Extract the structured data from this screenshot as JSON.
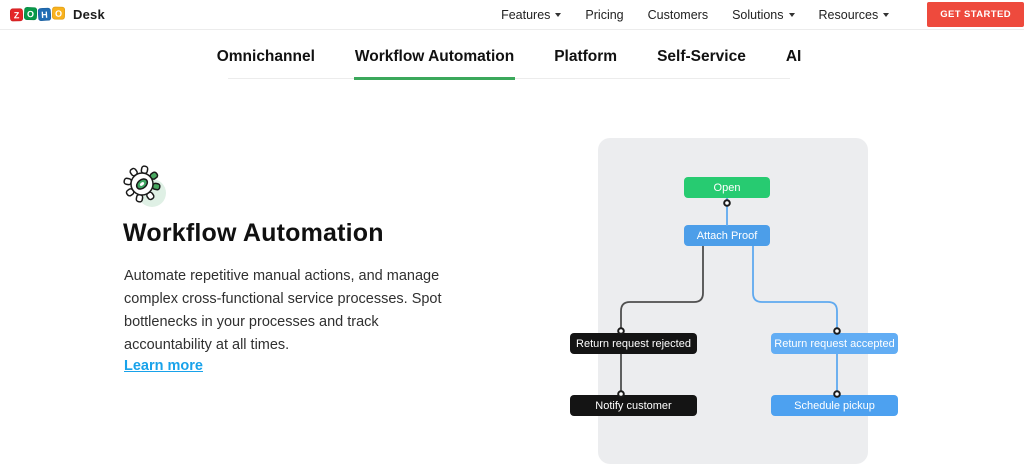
{
  "header": {
    "logo_letters": [
      {
        "char": "Z",
        "color": "#E42527"
      },
      {
        "char": "O",
        "color": "#089949"
      },
      {
        "char": "H",
        "color": "#226DB4"
      },
      {
        "char": "O",
        "color": "#F9B21D"
      }
    ],
    "product_name": "Desk",
    "nav": [
      {
        "label": "Features"
      },
      {
        "label": "Pricing"
      },
      {
        "label": "Customers"
      },
      {
        "label": "Solutions"
      },
      {
        "label": "Resources"
      }
    ],
    "cta_label": "GET STARTED",
    "cta_color": "#EE4A3D"
  },
  "tabs": {
    "items": [
      {
        "label": "Omnichannel"
      },
      {
        "label": "Workflow Automation"
      },
      {
        "label": "Platform"
      },
      {
        "label": "Self-Service"
      },
      {
        "label": "AI"
      }
    ],
    "active": "Workflow Automation",
    "active_underline_color": "#3BA85B"
  },
  "hero": {
    "icon": "gear-icon",
    "title": "Workflow Automation",
    "description": "Automate repetitive manual actions, and manage complex cross-functional service processes. Spot bottlenecks in your processes and track accountability at all times.",
    "link_label": "Learn more",
    "link_color": "#18A2EA"
  },
  "flowchart": {
    "panel_bg": "#ECEDEF",
    "line_colors": {
      "dark": "#4f4f4f",
      "blue": "#5FA9EF"
    },
    "nodes": [
      {
        "label": "Open",
        "color": "#27CB71"
      },
      {
        "label": "Attach Proof",
        "color": "#4C9EE9"
      },
      {
        "label": "Return request rejected",
        "color": "#141414"
      },
      {
        "label": "Return request accepted",
        "color": "#62ADF4"
      },
      {
        "label": "Notify customer",
        "color": "#141414"
      },
      {
        "label": "Schedule pickup",
        "color": "#4DA1F0"
      }
    ]
  }
}
